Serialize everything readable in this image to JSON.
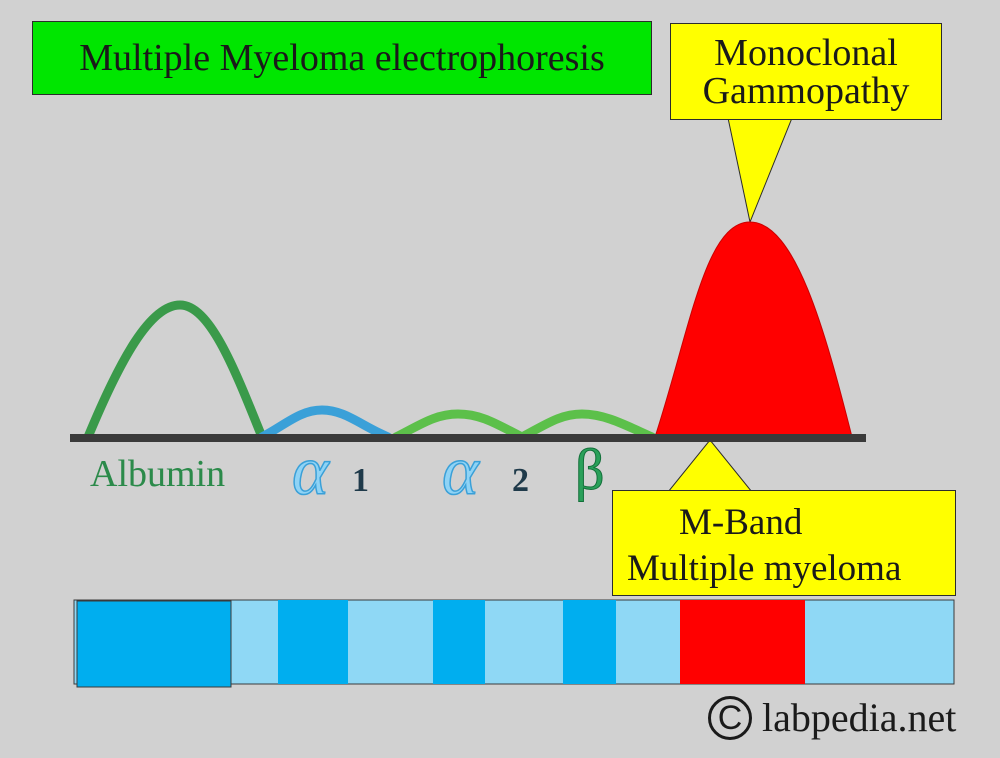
{
  "title": "Multiple Myeloma electrophoresis",
  "callout_top": {
    "line1": "Monoclonal",
    "line2": "Gammopathy"
  },
  "callout_bottom": {
    "line1": "M-Band",
    "line2": "Multiple myeloma"
  },
  "fractions": {
    "albumin": "Albumin",
    "alpha1_symbol": "α",
    "alpha1_num": "1",
    "alpha2_symbol": "α",
    "alpha2_num": "2",
    "beta_symbol": "β"
  },
  "credit": {
    "symbol": "C",
    "text": "labpedia.net"
  },
  "colors": {
    "background": "#d1d1d1",
    "title_bg": "#00e600",
    "callout_bg": "#ffff00",
    "albumin_curve": "#3a9a4a",
    "alpha1_curve": "#3aa0d8",
    "alpha2_beta_curve": "#5cc04a",
    "m_spike": "#ff0000",
    "baseline": "#3a3a3a",
    "band_dark": "#00aeef",
    "band_light": "#8fd8f5",
    "band_m": "#ff0000"
  }
}
